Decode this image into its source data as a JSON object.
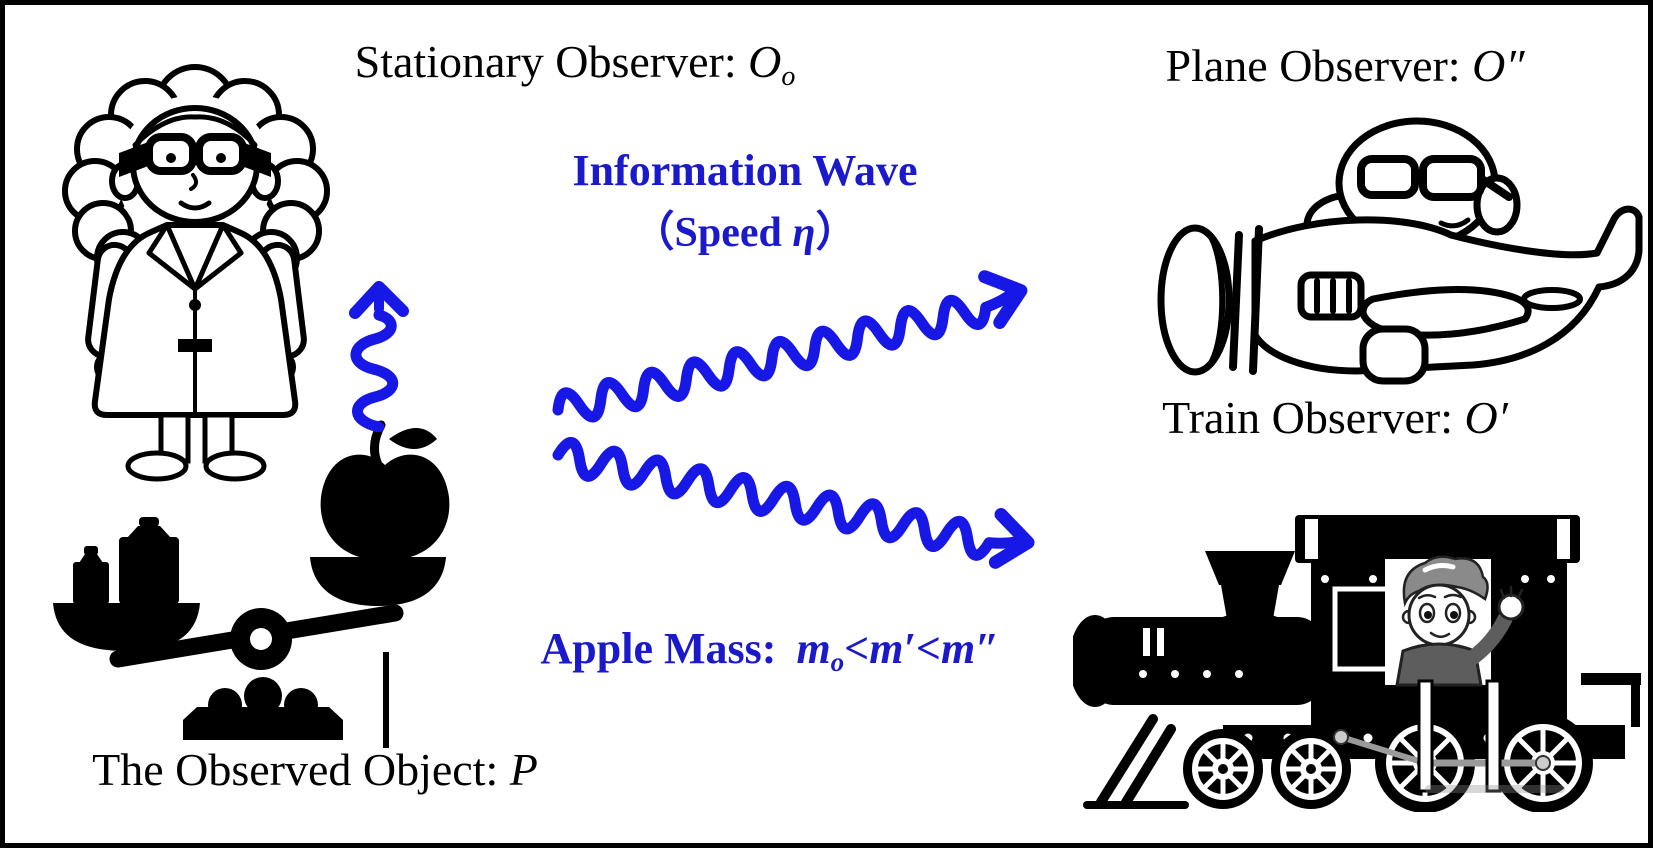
{
  "colors": {
    "text_blue": "#1A1ACC",
    "arrow_blue": "#1717E6",
    "ink": "#000000",
    "background": "#FFFFFF"
  },
  "labels": {
    "stationary_observer": {
      "prefix": "Stationary Observer: ",
      "symbol": "O",
      "subscript": "o"
    },
    "plane_observer": {
      "prefix": "Plane Observer: ",
      "symbol": "O″"
    },
    "train_observer": {
      "prefix": "Train Observer: ",
      "symbol": "O′"
    },
    "observed_object": {
      "prefix": "The Observed Object: ",
      "symbol": "P"
    },
    "information_wave": {
      "line1": "Information Wave",
      "open_paren": "（",
      "speed_word": "Speed ",
      "speed_symbol": "η",
      "close_paren": "）"
    },
    "apple_mass": {
      "label": "Apple Mass:",
      "m0": "m",
      "m0_sub": "o",
      "lt1": "<",
      "m1": "m′",
      "lt2": "<",
      "m2": "m″"
    }
  },
  "figures": {
    "stationary": "scientist-with-goggles",
    "observed_object": "balance-scale-with-weights-and-apple",
    "plane": "pilot-in-plane",
    "train": "steam-train-with-waving-boy",
    "waves": "blue-wavy-information-arrows"
  }
}
